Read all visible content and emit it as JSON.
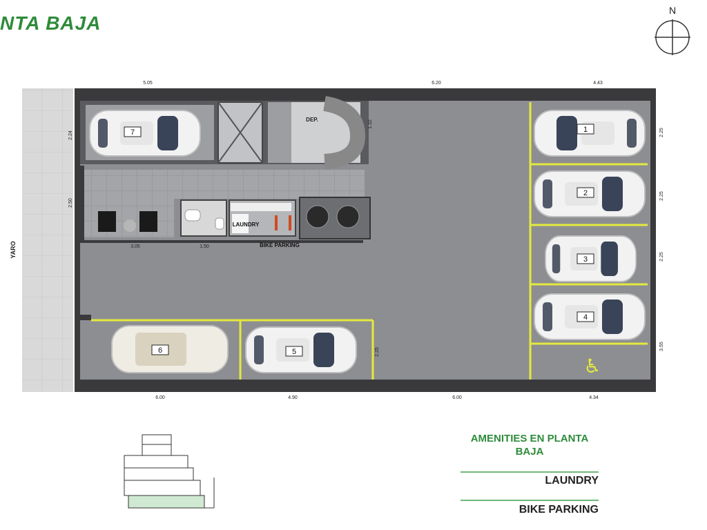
{
  "header": {
    "title": "NTA BAJA"
  },
  "compass": {
    "label": "N"
  },
  "plan": {
    "street_label": "YARO",
    "dims_top": [
      "5.05",
      "6.20",
      "4.43"
    ],
    "dims_bottom": [
      "6.00",
      "4.90",
      "6.00",
      "4.34"
    ],
    "dims_left": [
      "2.24",
      "2.50"
    ],
    "dims_inner": [
      "3.05",
      "1.50",
      "1.32",
      "2.25"
    ],
    "dims_right": [
      "2.25",
      "2.25",
      "2.25",
      "3.55"
    ],
    "room_labels": {
      "deposit": "DEP.",
      "laundry": "LAUNDRY",
      "bike_parking": "BIKE PARKING"
    },
    "parking_spots": [
      "1",
      "2",
      "3",
      "4",
      "5",
      "6",
      "7"
    ]
  },
  "legend": {
    "title": "AMENITIES EN PLANTA BAJA",
    "items": [
      "LAUNDRY",
      "BIKE PARKING"
    ]
  },
  "colors": {
    "accent": "#2e8b3a",
    "parking_line": "#e4ea3c",
    "floor": "#8d8e92",
    "wall": "#3a3a3c"
  }
}
